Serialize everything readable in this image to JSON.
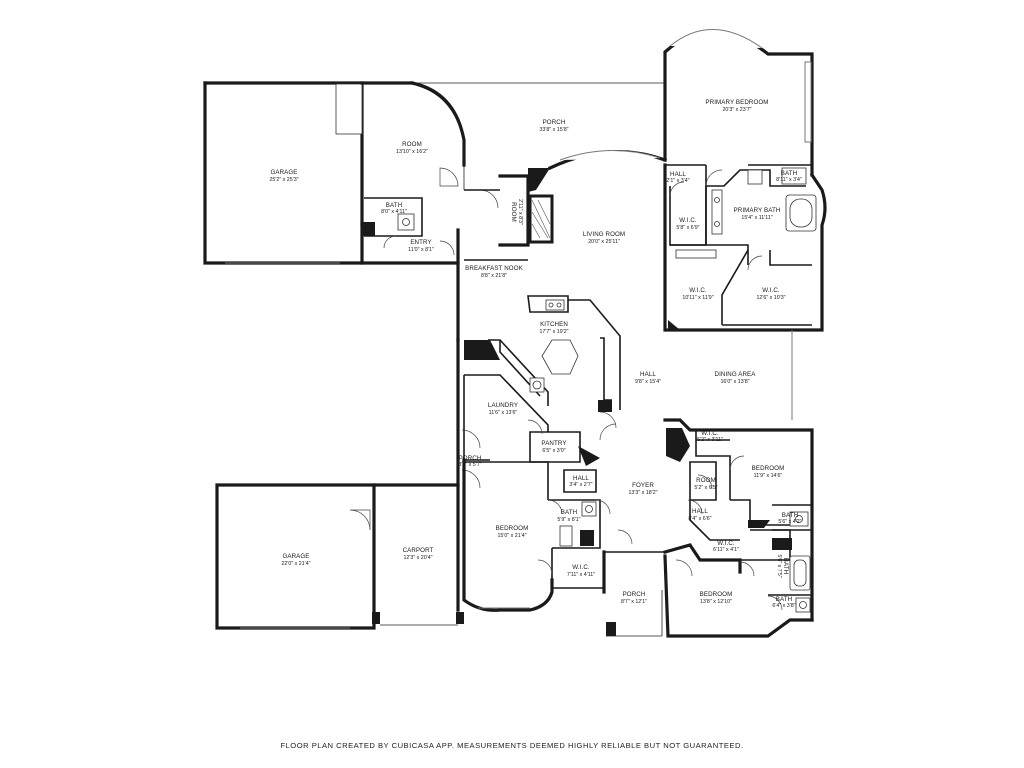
{
  "rooms": {
    "garage_top": {
      "name": "GARAGE",
      "dims": "25'2\" x 25'3\""
    },
    "room": {
      "name": "ROOM",
      "dims": "13'10\" x 16'2\""
    },
    "porch_top": {
      "name": "PORCH",
      "dims": "33'8\" x 15'8\""
    },
    "primary_bedroom": {
      "name": "PRIMARY BEDROOM",
      "dims": "20'3\" x 23'7\""
    },
    "bath_room": {
      "name": "BATH",
      "dims": "8'0\" x 4'11\""
    },
    "entry": {
      "name": "ENTRY",
      "dims": "11'0\" x 8'1\""
    },
    "room_small": {
      "name": "ROOM",
      "dims": "2'11\" x 8'3\""
    },
    "hall_top": {
      "name": "HALL",
      "dims": "2'1\" x 3'4\""
    },
    "bath_primary_small": {
      "name": "BATH",
      "dims": "8'11\" x 3'4\""
    },
    "primary_bath": {
      "name": "PRIMARY BATH",
      "dims": "15'4\" x 11'11\""
    },
    "wic_1": {
      "name": "W.I.C.",
      "dims": "5'8\" x 6'9\""
    },
    "living_room": {
      "name": "LIVING ROOM",
      "dims": "20'0\" x 25'11\""
    },
    "breakfast_nook": {
      "name": "BREAKFAST NOOK",
      "dims": "8'8\" x 21'8\""
    },
    "wic_2": {
      "name": "W.I.C.",
      "dims": "10'11\" x 11'9\""
    },
    "wic_3": {
      "name": "W.I.C.",
      "dims": "12'6\" x 10'3\""
    },
    "kitchen": {
      "name": "KITCHEN",
      "dims": "17'7\" x 19'2\""
    },
    "hall_mid": {
      "name": "HALL",
      "dims": "9'8\" x 15'4\""
    },
    "dining_area": {
      "name": "DINING AREA",
      "dims": "16'0\" x 13'8\""
    },
    "laundry": {
      "name": "LAUNDRY",
      "dims": "11'6\" x 13'6\""
    },
    "wic_4": {
      "name": "W.I.C.",
      "dims": "5'2\" x 3'11\""
    },
    "pantry": {
      "name": "PANTRY",
      "dims": "6'5\" x 3'0\""
    },
    "bedroom_right": {
      "name": "BEDROOM",
      "dims": "11'9\" x 14'6\""
    },
    "porch_small": {
      "name": "PORCH",
      "dims": "3'3\" x 5'7\""
    },
    "foyer": {
      "name": "FOYER",
      "dims": "13'3\" x 18'2\""
    },
    "room_mid": {
      "name": "ROOM",
      "dims": "5'2\" x 6'5\""
    },
    "hall_small": {
      "name": "HALL",
      "dims": "3'4\" x 2'7\""
    },
    "bath_mid": {
      "name": "BATH",
      "dims": "5'9\" x 8'1\""
    },
    "hall_right": {
      "name": "HALL",
      "dims": "8'4\" x 6'6\""
    },
    "bath_right": {
      "name": "BATH",
      "dims": "5'6\" x 4'2\""
    },
    "bedroom_mid": {
      "name": "BEDROOM",
      "dims": "15'0\" x 21'4\""
    },
    "wic_5": {
      "name": "W.I.C.",
      "dims": "6'11\" x 4'1\""
    },
    "bath_vertical": {
      "name": "BATH",
      "dims": "5'6\" x 7'5\""
    },
    "garage_bottom": {
      "name": "GARAGE",
      "dims": "22'0\" x 21'4\""
    },
    "carport": {
      "name": "CARPORT",
      "dims": "12'3\" x 20'4\""
    },
    "wic_6": {
      "name": "W.I.C.",
      "dims": "7'11\" x 4'11\""
    },
    "porch_bottom": {
      "name": "PORCH",
      "dims": "8'7\" x 12'1\""
    },
    "bedroom_bottom": {
      "name": "BEDROOM",
      "dims": "13'8\" x 12'10\""
    },
    "bath_bottom": {
      "name": "BATH",
      "dims": "6'4\" x 3'8\""
    }
  },
  "footer": "FLOOR PLAN CREATED BY CUBICASA APP. MEASUREMENTS DEEMED HIGHLY RELIABLE BUT NOT GUARANTEED."
}
